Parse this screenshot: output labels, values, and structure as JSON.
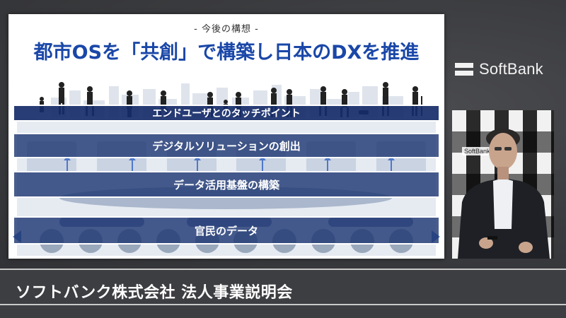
{
  "slide": {
    "subtitle": "- 今後の構想 -",
    "title": "都市OSを「共創」で構築し日本のDXを推進",
    "bands": [
      "エンドユーザとのタッチポイント",
      "デジタルソリューションの創出",
      "データ活用基盤の構築",
      "官民のデータ"
    ],
    "title_color": "#1a47a8",
    "band_color": "#1c3470"
  },
  "logo": {
    "text": "SoftBank",
    "icon": "softbank-bars-icon"
  },
  "video": {
    "brand_text": "SoftBank"
  },
  "caption": {
    "text": "ソフトバンク株式会社 法人事業説明会"
  }
}
